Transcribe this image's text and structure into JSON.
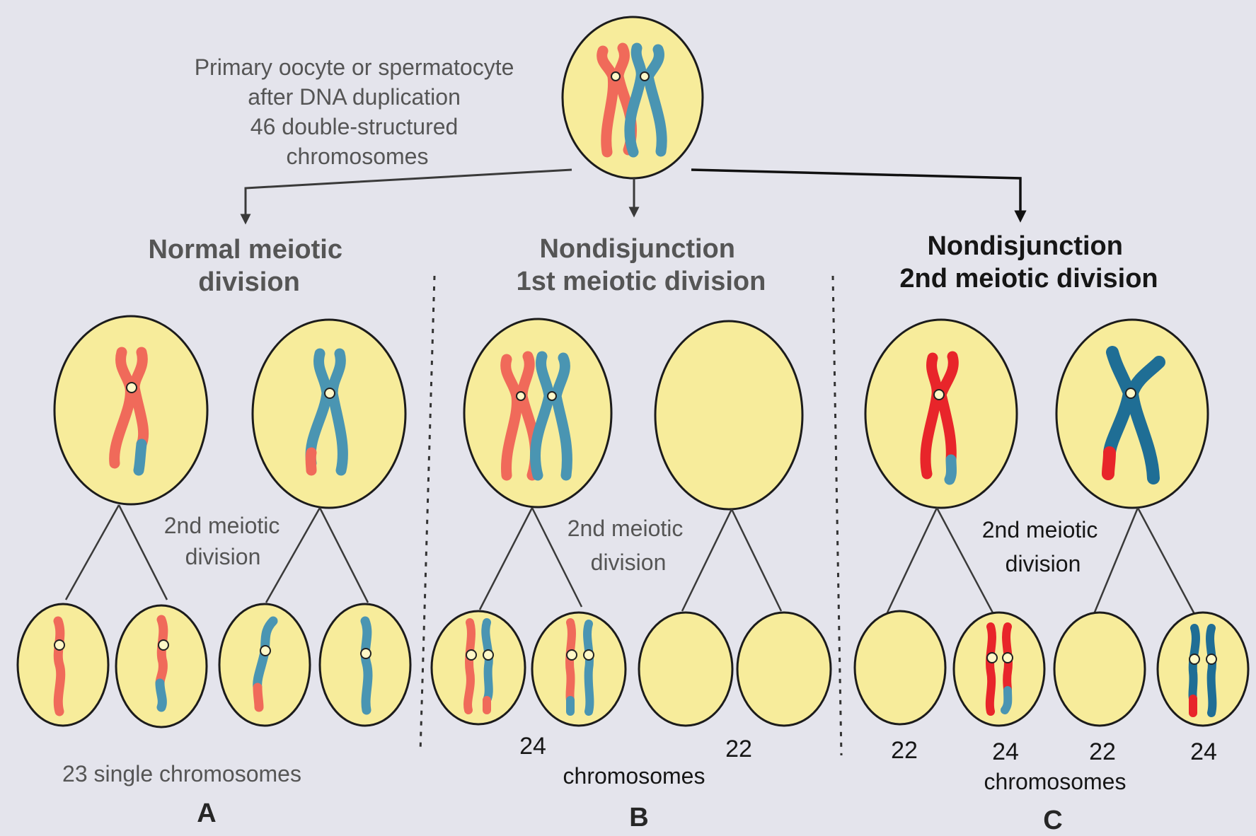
{
  "source_cell": {
    "description_lines": [
      "Primary oocyte or spermatocyte",
      "after DNA duplication",
      "46 double-structured",
      "chromosomes"
    ]
  },
  "panels": [
    {
      "heading_lines": [
        "Normal meiotic",
        "division"
      ],
      "division_label_lines": [
        "2nd meiotic",
        "division"
      ],
      "count_label": "23 single chromosomes",
      "letter": "A"
    },
    {
      "heading_lines": [
        "Nondisjunction",
        "1st meiotic division"
      ],
      "division_label_lines": [
        "2nd meiotic",
        "division"
      ],
      "counts": [
        "24",
        "22"
      ],
      "count_word": "chromosomes",
      "letter": "B"
    },
    {
      "heading_lines": [
        "Nondisjunction",
        "2nd meiotic division"
      ],
      "division_label_lines": [
        "2nd meiotic",
        "division"
      ],
      "counts": [
        "22",
        "24",
        "22",
        "24"
      ],
      "count_word": "chromosomes",
      "letter": "C"
    }
  ],
  "colors": {
    "maternal_chromosome": "#f06a5a",
    "paternal_chromosome": "#4a95b2",
    "maternal_chromosome_bold": "#e8252a",
    "paternal_chromosome_bold": "#1f6e95",
    "cell_fill": "#f7ec9b",
    "background": "#e4e4ec"
  }
}
